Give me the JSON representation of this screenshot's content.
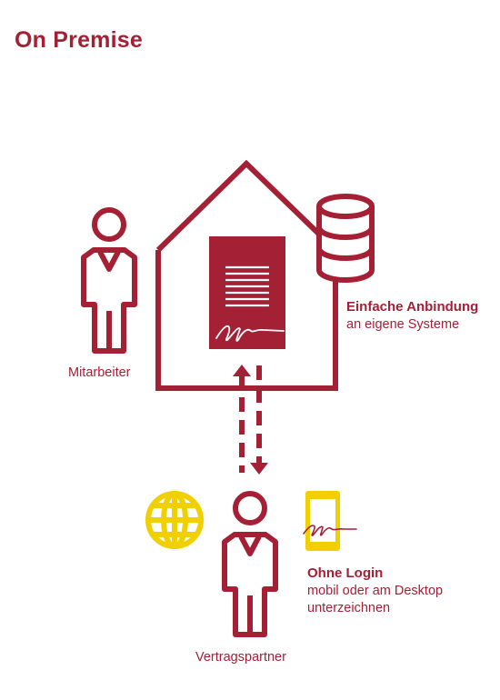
{
  "title": "On Premise",
  "labels": {
    "mitarbeiter": "Mitarbeiter",
    "einfache_anbindung": "Einfache Anbindung",
    "eigene_systeme": "an eigene Systeme",
    "ohne_login": "Ohne Login",
    "mobil_desktop": "mobil oder am Desktop",
    "unterzeichnen": "unterzeichnen",
    "vertragspartner": "Vertragspartner"
  },
  "colors": {
    "primary": "#a32035",
    "accent": "#f0d000",
    "background": "#ffffff"
  },
  "icons": [
    "person-icon",
    "house-icon",
    "document-icon",
    "signature-icon",
    "database-icon",
    "globe-icon",
    "smartphone-icon",
    "bidirectional-arrow-icon"
  ]
}
